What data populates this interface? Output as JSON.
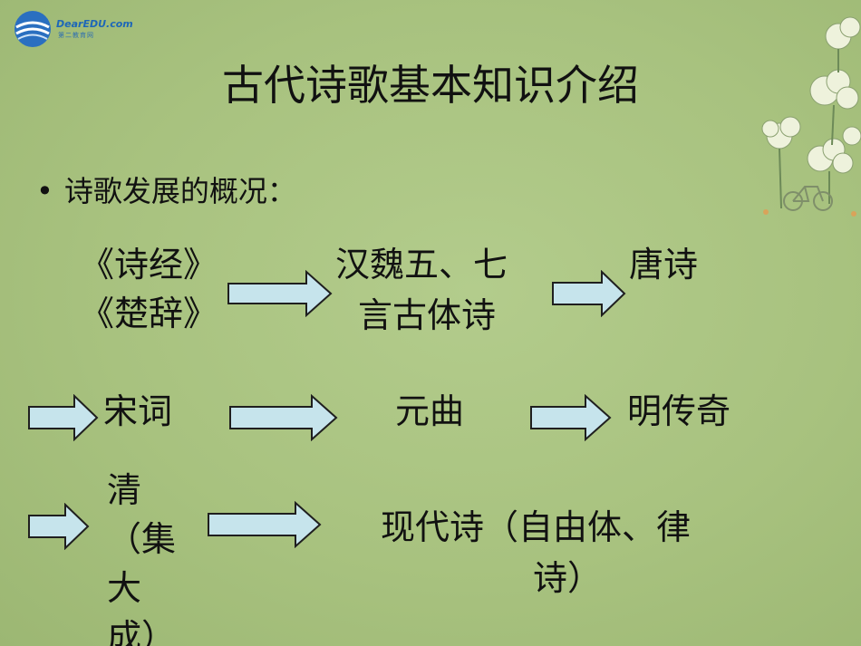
{
  "slide": {
    "logo": {
      "name": "DearEDU.com",
      "subtitle": "第二教育网"
    },
    "title": "古代诗歌基本知识介绍",
    "bullet": {
      "marker": "•",
      "text": "诗歌发展的概况："
    },
    "nodes": {
      "shijing": "《诗经》",
      "chuci": "《楚辞》",
      "hanwei_1": "汉魏五、七",
      "hanwei_2": "言古体诗",
      "tangshi": "唐诗",
      "songci": "宋词",
      "yuanqu": "元曲",
      "mingchuanqi": "明传奇",
      "qing": "清（集大成）",
      "xiandai_1": "现代诗（自由体、律",
      "xiandai_2": "诗）"
    }
  },
  "colors": {
    "background": "#a8c27f",
    "arrow_fill": "#c6e4ec",
    "arrow_stroke": "#1f1f1f",
    "text": "#111111",
    "logo_blue": "#1d67b8"
  }
}
